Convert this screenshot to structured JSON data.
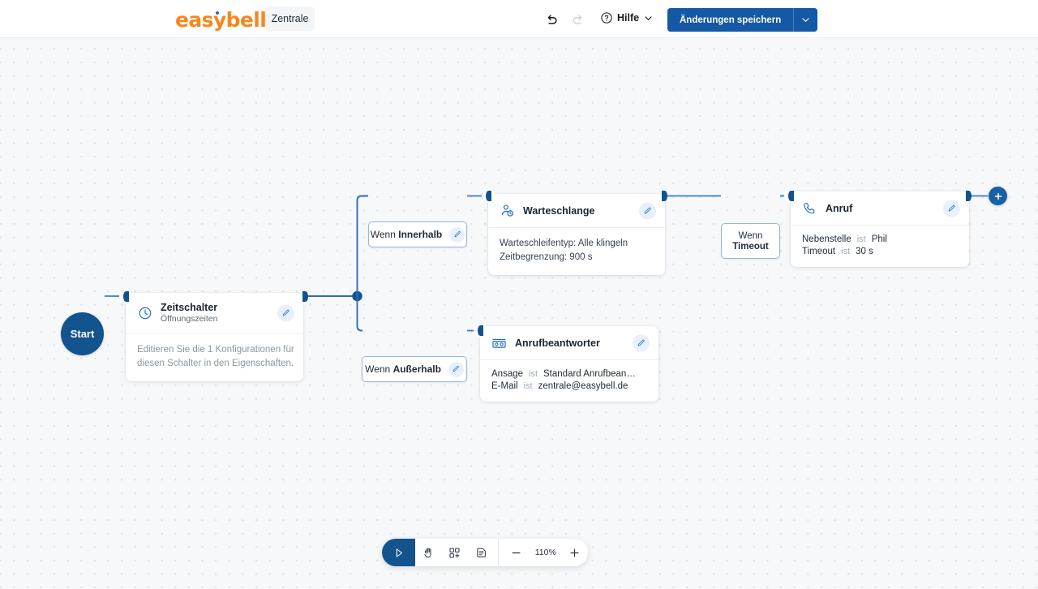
{
  "header": {
    "logo_text": "easybell",
    "tab_label": "Zentrale",
    "undo_icon": "undo-arrow-icon",
    "redo_icon": "redo-arrow-icon",
    "help_label": "Hilfe",
    "help_icon": "question-circle-icon",
    "help_caret_icon": "chevron-down-icon",
    "save_label": "Änderungen speichern",
    "save_caret_icon": "chevron-down-icon",
    "accent_orange": "#f6871f",
    "accent_blue": "#1558a5"
  },
  "canvas": {
    "start_node_label": "Start",
    "add_button_icon": "plus-icon",
    "node_border_color": "#9ab5d6",
    "port_color": "#12538e",
    "edge_color": "#3a7bc2"
  },
  "nodes": {
    "zeitschalter": {
      "icon": "clock-icon",
      "title": "Zeitschalter",
      "subtitle": "Öffnungszeiten",
      "edit_icon": "pencil-icon",
      "body_line_1": "Editieren Sie die 1 Konfigurationen für",
      "body_line_2": "diesen Schalter in den Eigenschaften."
    },
    "wenn_innerhalb": {
      "prefix": "Wenn",
      "strong": "Innerhalb",
      "edit_icon": "pencil-icon"
    },
    "wenn_ausserhalb": {
      "prefix": "Wenn",
      "strong": "Außerhalb",
      "edit_icon": "pencil-icon"
    },
    "warteschlange": {
      "icon": "queue-users-clock-icon",
      "title": "Warteschlange",
      "edit_icon": "pencil-icon",
      "body_line_1": "Warteschleifentyp: Alle klingeln",
      "body_line_2": "Zeitbegrenzung: 900 s"
    },
    "anrufbeantworter": {
      "icon": "voicemail-icon",
      "title": "Anrufbeantworter",
      "edit_icon": "pencil-icon",
      "rows": [
        {
          "key": "Ansage",
          "op": "ist",
          "value": "Standard Anrufbean…"
        },
        {
          "key": "E-Mail",
          "op": "ist",
          "value": "zentrale@easybell.de"
        }
      ]
    },
    "wenn_timeout": {
      "line1": "Wenn",
      "line2": "Timeout"
    },
    "anruf": {
      "icon": "phone-icon",
      "title": "Anruf",
      "edit_icon": "pencil-icon",
      "rows": [
        {
          "key": "Nebenstelle",
          "op": "ist",
          "value": "Phil"
        },
        {
          "key": "Timeout",
          "op": "ist",
          "value": "30 s"
        }
      ]
    }
  },
  "toolbar": {
    "select_icon": "cursor-pointer-icon",
    "pan_icon": "hand-icon",
    "add-node_icon": "add-node-icon",
    "notes_icon": "document-icon",
    "zoom_out_icon": "minus-icon",
    "zoom_level": "110%",
    "zoom_in_icon": "plus-icon"
  }
}
